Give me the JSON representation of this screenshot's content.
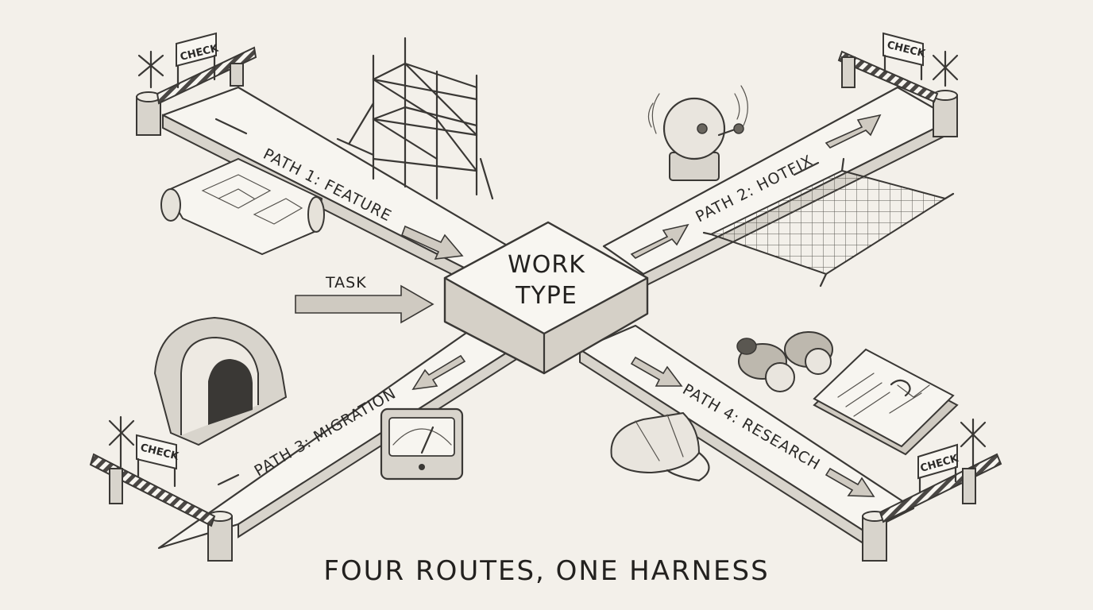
{
  "hub": {
    "line1": "WORK",
    "line2": "TYPE"
  },
  "input": {
    "label": "TASK"
  },
  "paths": [
    {
      "label": "PATH 1: FEATURE",
      "icons": [
        "blueprint-icon",
        "scaffolding-icon"
      ]
    },
    {
      "label": "PATH 2: HOTFIX",
      "icons": [
        "alarm-bell-icon",
        "safety-net-icon"
      ]
    },
    {
      "label": "PATH 3: MIGRATION",
      "icons": [
        "tunnel-icon",
        "gauge-icon"
      ]
    },
    {
      "label": "PATH 4: RESEARCH",
      "icons": [
        "binoculars-icon",
        "notebook-icon",
        "bag-icon"
      ]
    }
  ],
  "checkpoints": {
    "label": "CHECK",
    "icon": "crossing-sign-icon"
  },
  "footer": {
    "title": "FOUR ROUTES, ONE HARNESS"
  },
  "colors": {
    "paper": "#f3f0ea",
    "ink": "#3a3835",
    "shade": "#d8d4cc"
  }
}
